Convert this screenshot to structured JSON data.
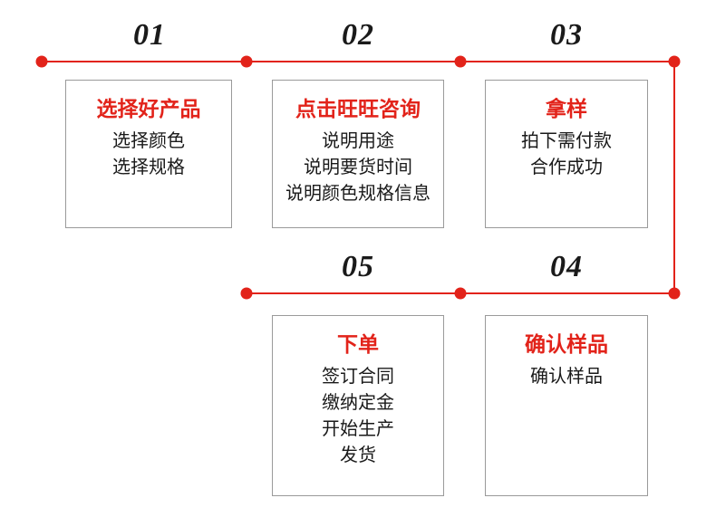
{
  "diagram": {
    "type": "process-flow",
    "accent_color": "#e2231a",
    "box_border_color": "#9a9a9a",
    "number_color": "#1a1a1a",
    "text_color": "#1a1a1a",
    "steps": [
      {
        "number": "01",
        "title": "选择好产品",
        "lines": [
          "选择颜色",
          "选择规格"
        ]
      },
      {
        "number": "02",
        "title": "点击旺旺咨询",
        "lines": [
          "说明用途",
          "说明要货时间",
          "说明颜色规格信息"
        ]
      },
      {
        "number": "03",
        "title": "拿样",
        "lines": [
          "拍下需付款",
          "合作成功"
        ]
      },
      {
        "number": "04",
        "title": "确认样品",
        "lines": [
          "确认样品"
        ]
      },
      {
        "number": "05",
        "title": "下单",
        "lines": [
          "签订合同",
          "缴纳定金",
          "开始生产",
          "发货"
        ]
      }
    ]
  }
}
